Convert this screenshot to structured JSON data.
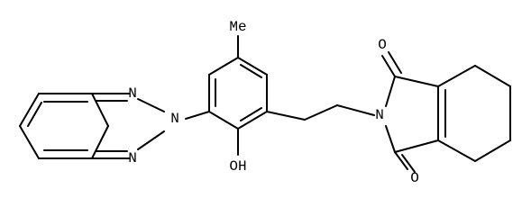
{
  "structure": {
    "bond_color": "#000000",
    "background": "#ffffff",
    "atom_labels": {
      "n_upper": "N",
      "n_center": "N",
      "n_lower": "N",
      "oh": "OH",
      "methyl": "Me",
      "o_upper": "O",
      "n_imide": "N",
      "o_lower": "O"
    }
  }
}
